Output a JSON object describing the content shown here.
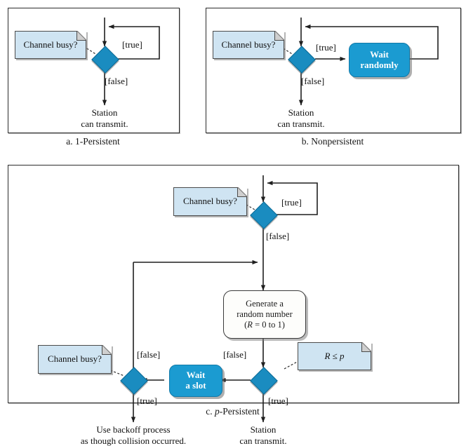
{
  "figure": {
    "type": "flowchart",
    "title": "CSMA persistence methods",
    "colors": {
      "note_fill": "#cfe4f2",
      "decision_fill": "#1a8cc0",
      "action_fill": "#1b9bd1",
      "process_fill": "#fdfdfb",
      "line": "#1f1f1f",
      "panel_border": "#2b2b2b"
    }
  },
  "panels": [
    {
      "id": "a",
      "caption_prefix": "a.",
      "caption": "a. 1-Persistent",
      "nodes": {
        "note_channel_busy": "Channel busy?",
        "label_true": "[true]",
        "label_false": "[false]",
        "terminal": "Station can transmit.",
        "terminal_line1": "Station",
        "terminal_line2": "can transmit."
      }
    },
    {
      "id": "b",
      "caption_prefix": "b.",
      "caption": "b. Nonpersistent",
      "nodes": {
        "note_channel_busy": "Channel busy?",
        "label_true": "[true]",
        "label_false": "[false]",
        "action_wait": "Wait randomly",
        "action_wait_line1": "Wait",
        "action_wait_line2": "randomly",
        "terminal": "Station can transmit.",
        "terminal_line1": "Station",
        "terminal_line2": "can transmit."
      }
    },
    {
      "id": "c",
      "caption_prefix": "c.",
      "caption_italic": "p",
      "caption_suffix": "-Persistent",
      "caption": "c. p-Persistent",
      "nodes": {
        "note_channel_busy_top": "Channel busy?",
        "note_channel_busy_left": "Channel busy?",
        "note_r_le_p": "R ≤ p",
        "note_r_le_p_italic_var": "R",
        "note_r_le_p_rest": "≤ p",
        "label_true_top": "[true]",
        "label_false_top": "[false]",
        "process_generate_line1": "Generate a",
        "process_generate_line2": "random number",
        "process_generate_line3": "(R = 0 to 1)",
        "process_generate_var": "R",
        "process_generate_tail": " = 0 to 1)",
        "label_false_right": "[false]",
        "label_true_right": "[true]",
        "label_false_left": "[false]",
        "label_true_left": "[true]",
        "action_wait_slot": "Wait a slot",
        "action_wait_slot_line1": "Wait",
        "action_wait_slot_line2": "a slot",
        "terminal_right_line1": "Station",
        "terminal_right_line2": "can transmit.",
        "terminal_left_line1": "Use backoff process",
        "terminal_left_line2": "as though collision occurred."
      }
    }
  ]
}
